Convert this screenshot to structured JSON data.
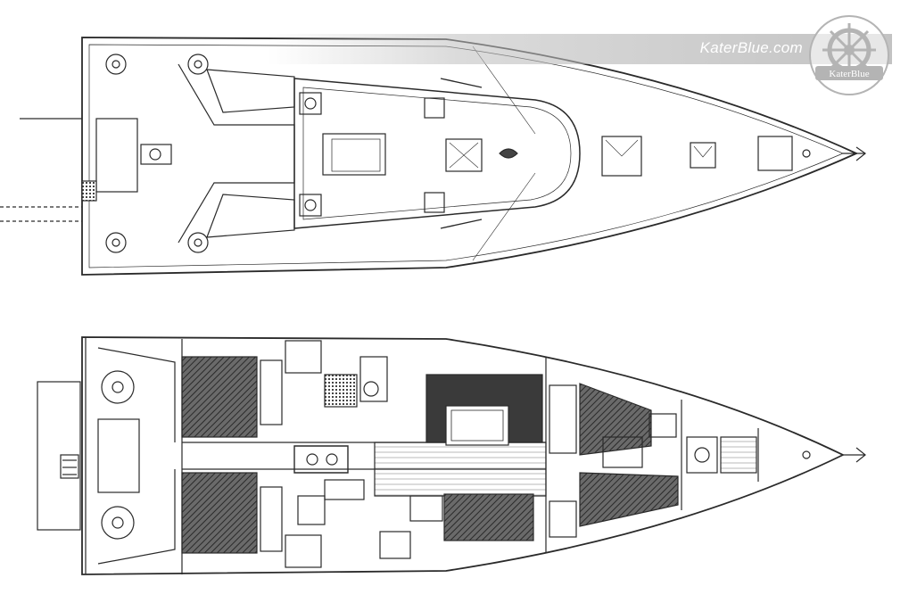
{
  "watermark": {
    "text": "KaterBlue.com",
    "logo_text": "KaterBlue",
    "icon": "ship-wheel-icon"
  },
  "drawings": [
    {
      "id": "deck-plan",
      "icon": "deck-plan-drawing"
    },
    {
      "id": "interior-layout",
      "icon": "interior-layout-drawing"
    }
  ],
  "colors": {
    "line": "#2a2a2a",
    "hatch": "#3a3a3a",
    "watermark": "#b4b4b4"
  }
}
